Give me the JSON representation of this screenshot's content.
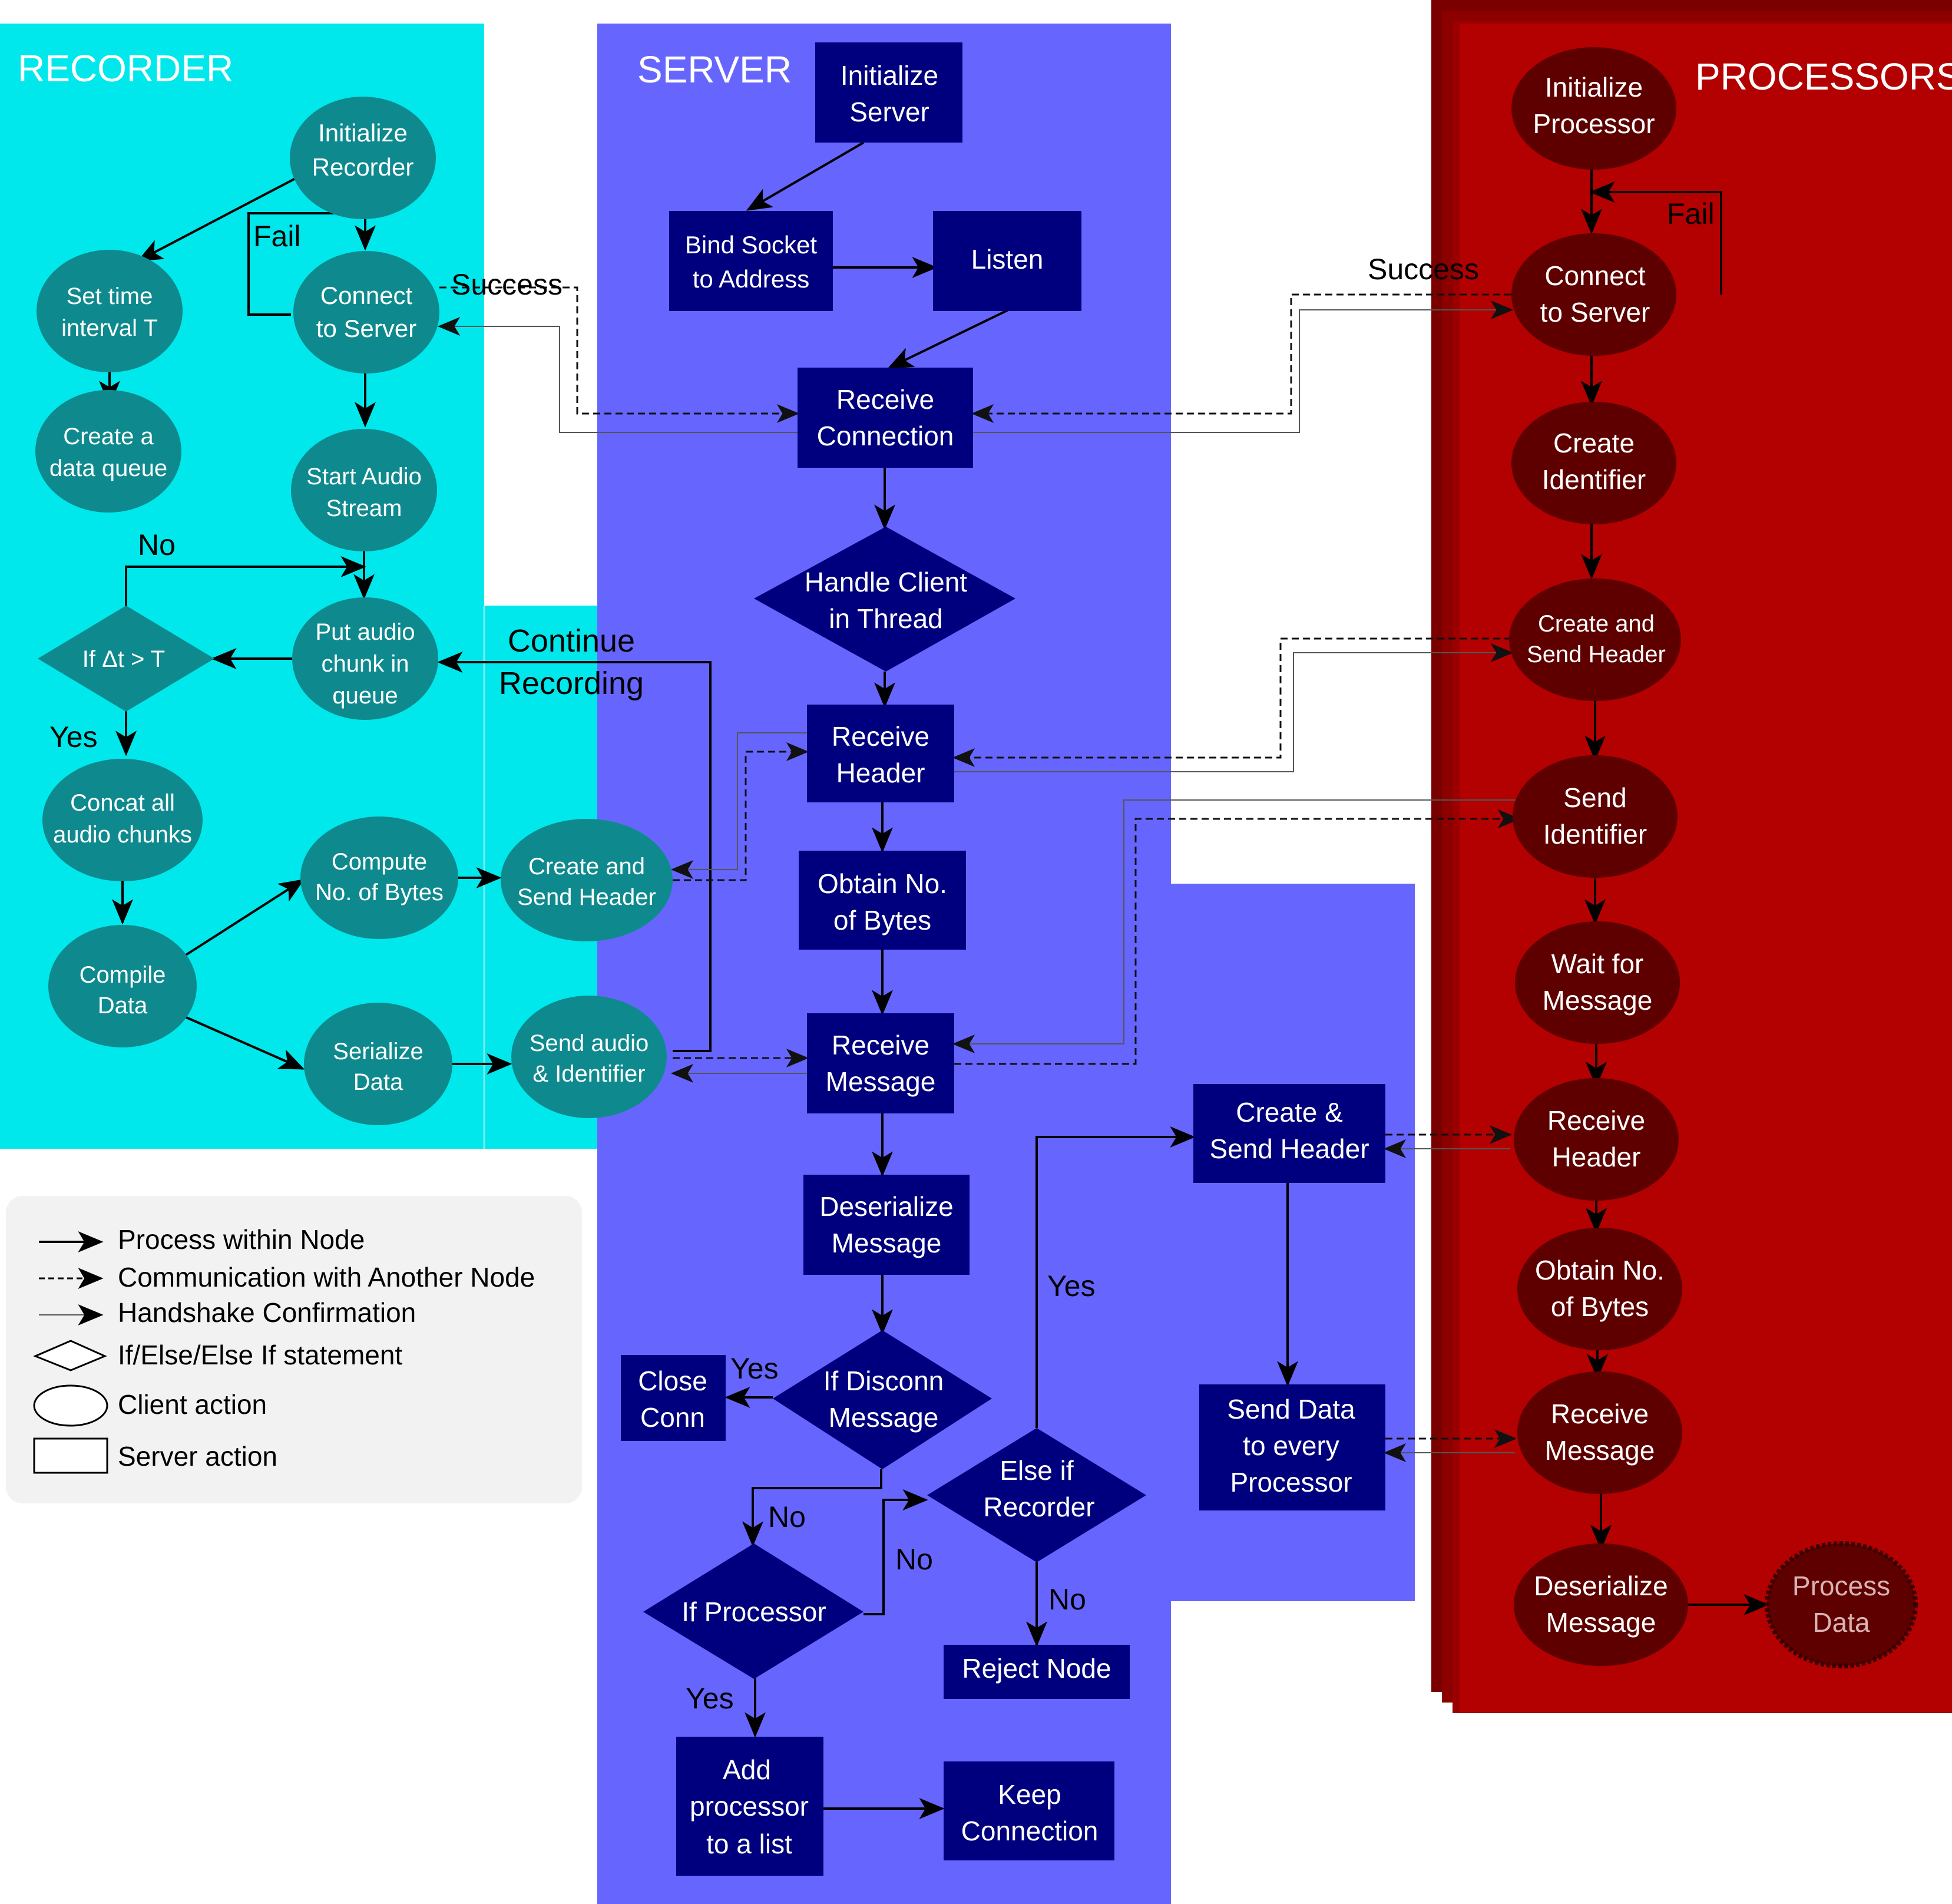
{
  "colors": {
    "recorder_bg": "#00E8EC",
    "server_bg": "#6666FF",
    "processor_bg": "#B30000",
    "processor_shadow": "#7A0000",
    "client_node": "#0E8A8E",
    "server_node": "#00007E",
    "processor_node": "#5E0000",
    "legend_bg": "#F2F2F2"
  },
  "regions": {
    "recorder": "RECORDER",
    "server": "SERVER",
    "processors": "PROCESSORS"
  },
  "recorder": {
    "initialize": [
      "Initialize",
      "Recorder"
    ],
    "set_time": [
      "Set time",
      "interval T"
    ],
    "connect": [
      "Connect",
      "to Server"
    ],
    "create_queue": [
      "Create a",
      "data queue"
    ],
    "start_audio": [
      "Start Audio",
      "Stream"
    ],
    "put_audio": [
      "Put audio",
      "chunk in",
      "queue"
    ],
    "if_delta": "If Δt > T",
    "concat": [
      "Concat all",
      "audio chunks"
    ],
    "compile": [
      "Compile",
      "Data"
    ],
    "compute_bytes": [
      "Compute",
      "No. of Bytes"
    ],
    "serialize": [
      "Serialize",
      "Data"
    ],
    "create_header": [
      "Create and",
      "Send Header"
    ],
    "send_audio": [
      "Send audio",
      "& Identifier"
    ]
  },
  "server": {
    "initialize": [
      "Initialize",
      "Server"
    ],
    "bind": [
      "Bind Socket",
      "to Address"
    ],
    "listen": [
      "Listen"
    ],
    "receive_conn": [
      "Receive",
      "Connection"
    ],
    "handle_client": [
      "Handle Client",
      "in Thread"
    ],
    "receive_header": [
      "Receive",
      "Header"
    ],
    "obtain_bytes": [
      "Obtain No.",
      "of Bytes"
    ],
    "receive_message": [
      "Receive",
      "Message"
    ],
    "deserialize": [
      "Deserialize",
      "Message"
    ],
    "if_disconn": [
      "If Disconn",
      "Message"
    ],
    "close_conn": [
      "Close",
      "Conn"
    ],
    "if_processor": [
      "If Processor"
    ],
    "else_recorder": [
      "Else if",
      "Recorder"
    ],
    "add_processor": [
      "Add",
      "processor",
      "to a list"
    ],
    "keep_conn": [
      "Keep",
      "Connection"
    ],
    "reject": [
      "Reject Node"
    ],
    "create_send_header": [
      "Create &",
      "Send Header"
    ],
    "send_data": [
      "Send Data",
      "to every",
      "Processor"
    ]
  },
  "processor": {
    "initialize": [
      "Initialize",
      "Processor"
    ],
    "connect": [
      "Connect",
      "to Server"
    ],
    "create_id": [
      "Create",
      "Identifier"
    ],
    "create_header": [
      "Create and",
      "Send Header"
    ],
    "send_id": [
      "Send",
      "Identifier"
    ],
    "wait": [
      "Wait for",
      "Message"
    ],
    "receive_header": [
      "Receive",
      "Header"
    ],
    "obtain_bytes": [
      "Obtain No.",
      "of Bytes"
    ],
    "receive_message": [
      "Receive",
      "Message"
    ],
    "deserialize": [
      "Deserialize",
      "Message"
    ],
    "process": [
      "Process",
      "Data"
    ]
  },
  "edge_labels": {
    "fail": "Fail",
    "success": "Success",
    "no": "No",
    "yes": "Yes",
    "continue_recording": [
      "Continue",
      "Recording"
    ]
  },
  "legend": {
    "process_within": "Process within Node",
    "communication": "Communication with Another Node",
    "handshake": "Handshake Confirmation",
    "if_else": "If/Else/Else If statement",
    "client_action": "Client action",
    "server_action": "Server action"
  }
}
